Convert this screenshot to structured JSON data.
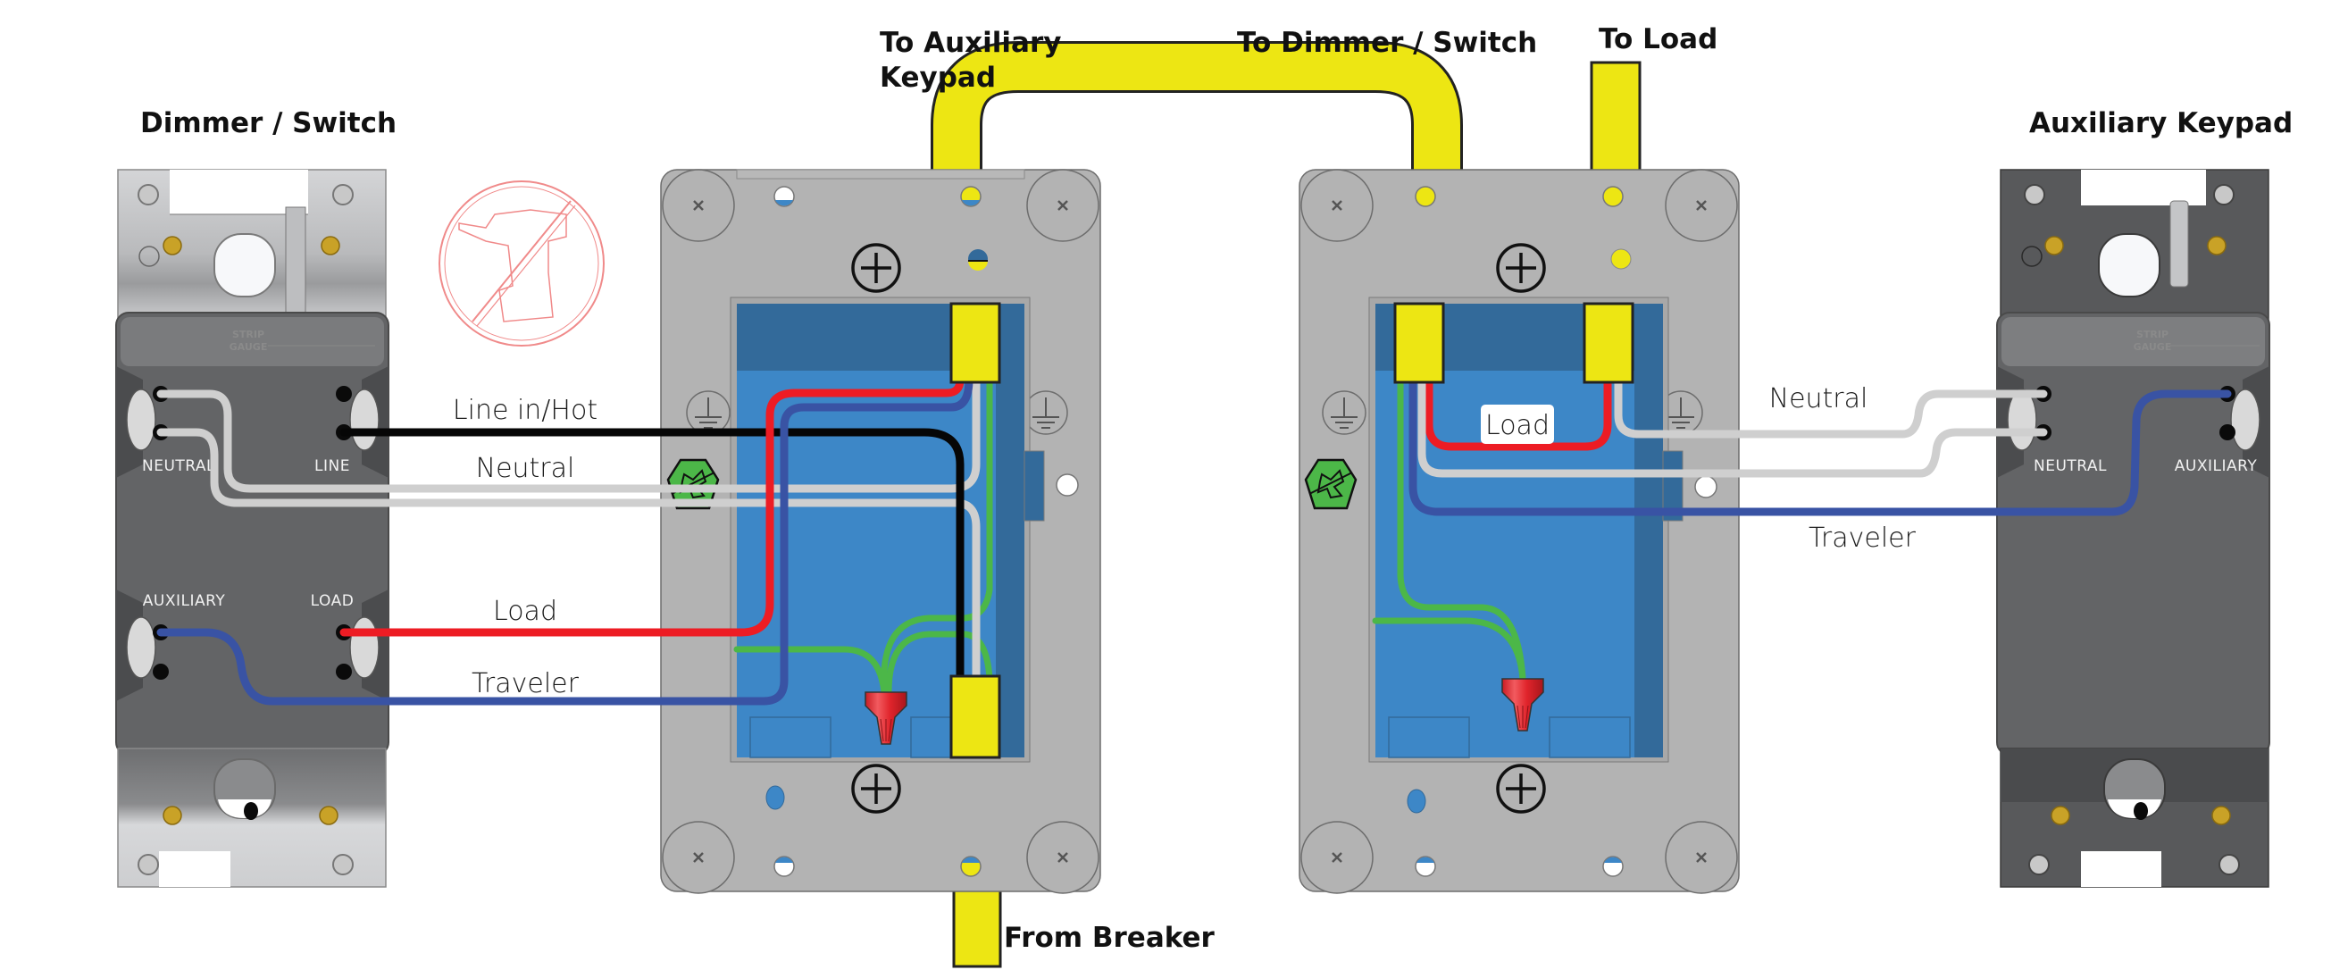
{
  "diagram": {
    "type": "wiring-diagram",
    "colors": {
      "line_hot": "#060606",
      "neutral": "#cfcfcf",
      "load": "#ed1c24",
      "traveler": "#3953a4",
      "ground": "#4cb748",
      "cable": "#ede613",
      "box_frame": "#b3b3b3",
      "box_interior": "#3d87c7",
      "box_interior_dark": "#336a9a",
      "device_body": "#636466",
      "dimmer_strap": "#c8c9cb",
      "keypad_strap": "#58595b",
      "wire_nut": "#e0242b",
      "no_drill": "#f08a8a"
    },
    "devices": {
      "dimmer": {
        "title": "Dimmer / Switch",
        "strip_gauge": [
          "STRIP",
          "GAUGE"
        ],
        "terminals": {
          "neutral": "NEUTRAL",
          "line": "LINE",
          "auxiliary": "AUXILIARY",
          "load": "LOAD"
        }
      },
      "keypad": {
        "title": "Auxiliary Keypad",
        "strip_gauge": [
          "STRIP",
          "GAUGE"
        ],
        "terminals": {
          "neutral": "NEUTRAL",
          "auxiliary": "AUXILIARY"
        }
      }
    },
    "cable_labels": {
      "to_aux_line1": "To Auxiliary",
      "to_aux_line2": "Keypad",
      "to_dimmer": "To Dimmer / Switch",
      "to_load": "To Load",
      "from_breaker": "From Breaker"
    },
    "wire_labels": {
      "line_hot": "Line in/Hot",
      "neutral_left": "Neutral",
      "load_left": "Load",
      "traveler_left": "Traveler",
      "load_box2": "Load",
      "neutral_right": "Neutral",
      "traveler_right": "Traveler"
    },
    "icons": {
      "no_drill": "no-power-drill-icon",
      "ground": "ground-symbol-icon",
      "screw": "phillips-screw-icon",
      "wire_nut": "wire-nut-icon",
      "ground_screw": "green-ground-screw-icon"
    }
  }
}
